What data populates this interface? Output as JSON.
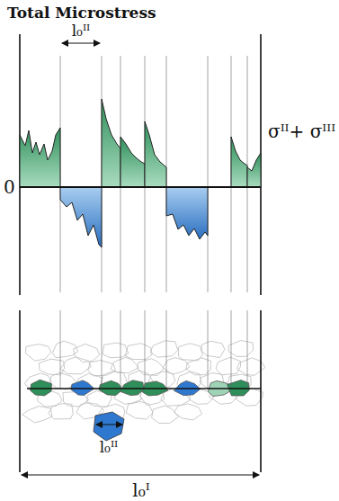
{
  "diagram": {
    "title": "Total Microstress",
    "labels": [
      "l₀ᴵᴵ",
      "0",
      "σᴵᴵ+ σᴵᴵᴵ",
      "l₀ᴵᴵ",
      "l₀ᴵ"
    ]
  }
}
